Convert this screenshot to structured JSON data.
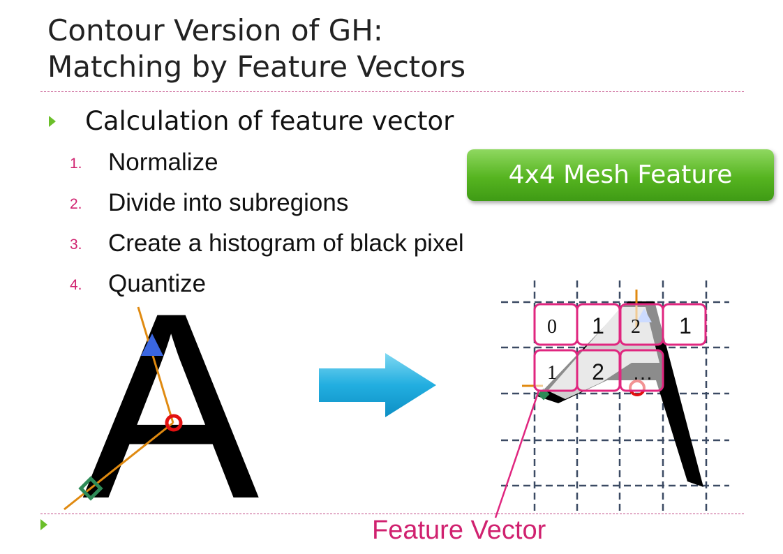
{
  "slide": {
    "title_line1": "Contour Version of GH:",
    "title_line2": "Matching by Feature Vectors",
    "heading": "Calculation of feature vector",
    "steps": [
      {
        "num": "1.",
        "text": "Normalize"
      },
      {
        "num": "2.",
        "text": "Divide into subregions"
      },
      {
        "num": "3.",
        "text": "Create a histogram of black pixel"
      },
      {
        "num": "4.",
        "text": "Quantize"
      }
    ],
    "badge": "4x4 Mesh Feature",
    "letter": "A",
    "cells_row1": [
      "0",
      "1",
      "2",
      "1"
    ],
    "cells_row2": [
      "1",
      "2",
      "…"
    ],
    "caption": "Feature Vector"
  },
  "colors": {
    "accent_green": "#6bbf2a",
    "accent_pink": "#d0216f",
    "orange_line": "#e08a10",
    "cell_border": "#e0267f"
  }
}
